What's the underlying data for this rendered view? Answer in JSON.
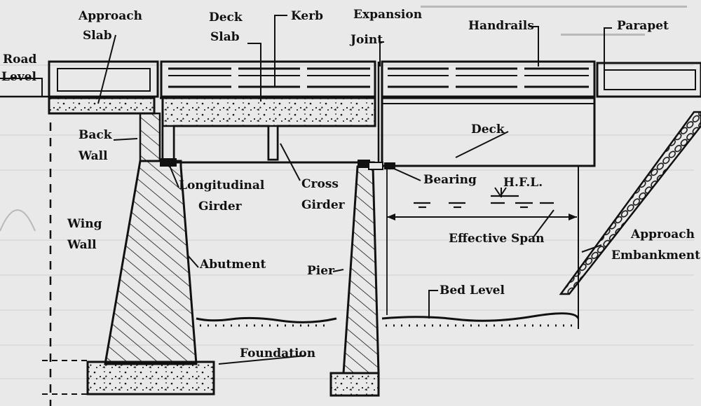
{
  "labels": {
    "approach_slab_1": "Approach",
    "approach_slab_2": "Slab",
    "deck_slab_1": "Deck",
    "deck_slab_2": "Slab",
    "kerb": "Kerb",
    "expansion_joint_1": "Expansion",
    "expansion_joint_2": "Joint",
    "handrails": "Handrails",
    "parapet": "Parapet",
    "road_level_1": "Road",
    "road_level_2": "Level",
    "back_wall_1": "Back",
    "back_wall_2": "Wall",
    "deck": "Deck",
    "longitudinal_girder_1": "Longitudinal",
    "longitudinal_girder_2": "Girder",
    "cross_girder_1": "Cross",
    "cross_girder_2": "Girder",
    "bearing": "Bearing",
    "hfl": "H.F.L.",
    "wing_wall_1": "Wing",
    "wing_wall_2": "Wall",
    "effective_span": "Effective Span",
    "approach_embankment_1": "Approach",
    "approach_embankment_2": "Embankment",
    "abutment": "Abutment",
    "pier": "Pier",
    "bed_level": "Bed Level",
    "foundation": "Foundation"
  },
  "colors": {
    "paper": "#e9e9e9",
    "ink": "#111111",
    "bleed_text": "#b8b8b8"
  }
}
